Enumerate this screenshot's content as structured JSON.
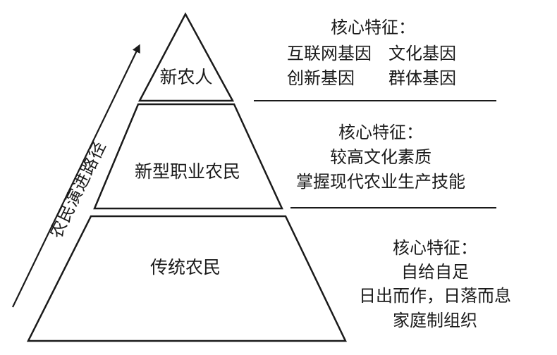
{
  "arrow_label": "农民演进路径",
  "tiers": [
    {
      "label": "新农人"
    },
    {
      "label": "新型职业农民"
    },
    {
      "label": "传统农民"
    }
  ],
  "features": [
    {
      "title": "核心特征：",
      "lines": [
        "互联网基因　文化基因",
        "创新基因　　群体基因"
      ]
    },
    {
      "title": "核心特征：",
      "lines": [
        "较高文化素质",
        "掌握现代农业生产技能"
      ]
    },
    {
      "title": "核心特征：",
      "lines": [
        "自给自足",
        "日出而作，日落而息",
        "家庭制组织"
      ]
    }
  ]
}
